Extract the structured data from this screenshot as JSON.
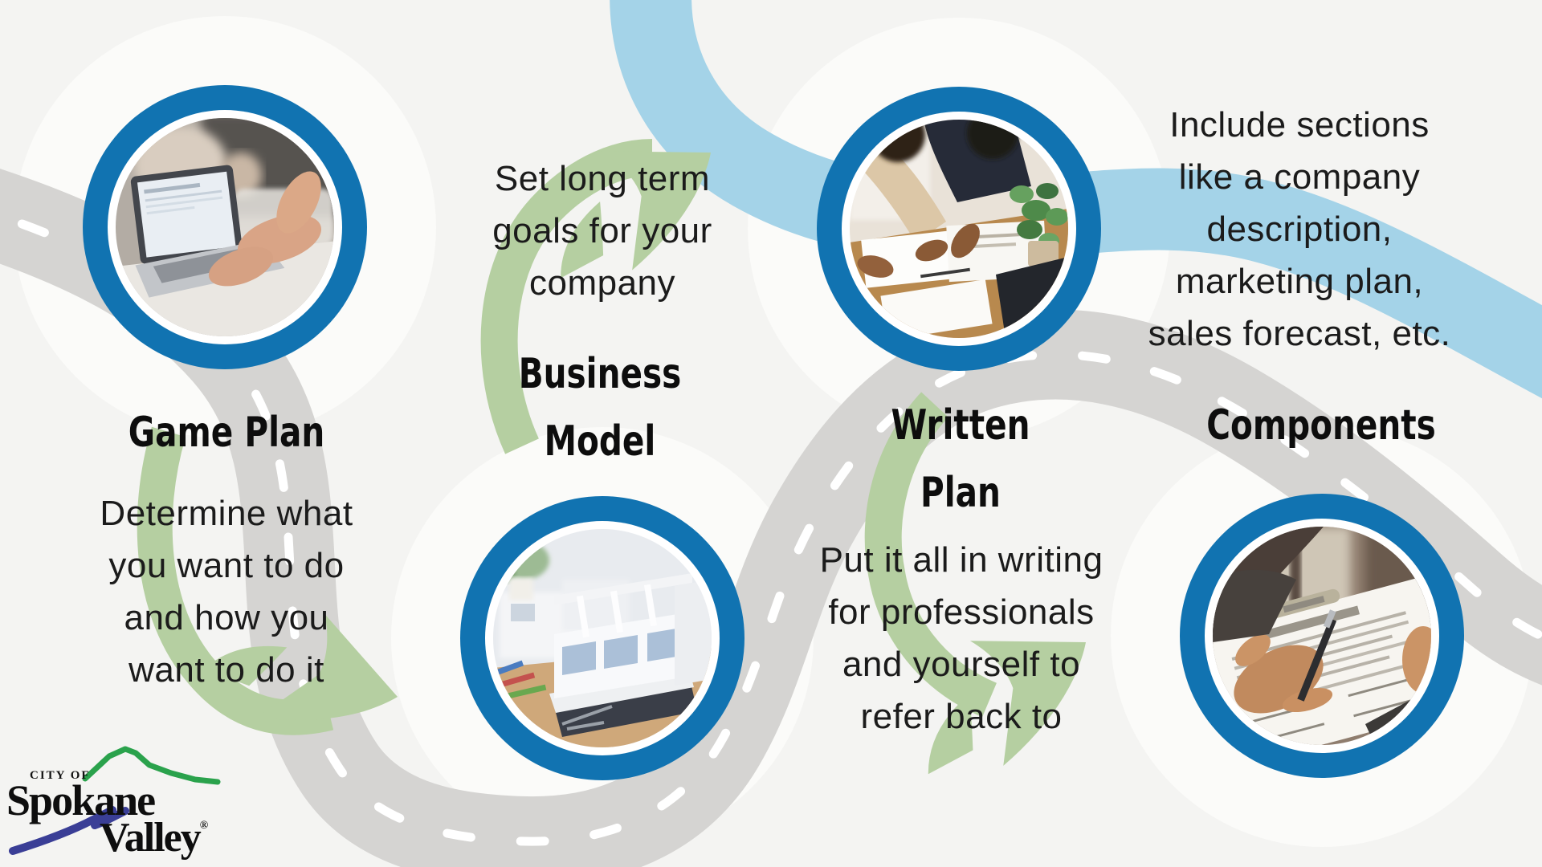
{
  "colors": {
    "background": "#f4f4f2",
    "ring_blue": "#1173b1",
    "ribbon_blue": "#a4d3e8",
    "road_gray": "#d5d4d2",
    "road_dash_white": "#ffffff",
    "arrow_green": "#b5cfa1",
    "heading_text": "#0d0d0d",
    "body_text": "#1b1b1b",
    "logo_green": "#2aa24c",
    "logo_blue": "#3a3e96"
  },
  "steps": [
    {
      "heading_lines": [
        "Game Plan"
      ],
      "description": "Determine what you want to do and how you want to do it",
      "lines": [
        "Determine what",
        "you want to do",
        "and how you",
        "want to do it"
      ],
      "photo": "laptop-typing-photo"
    },
    {
      "heading_lines": [
        "Business",
        "Model"
      ],
      "description": "Set long term goals for your company",
      "lines": [
        "Set long term",
        "goals for your",
        "company"
      ],
      "photo": "architecture-model-photo"
    },
    {
      "heading_lines": [
        "Written",
        "Plan"
      ],
      "description": "Put it all in writing for professionals and yourself to refer back to",
      "lines": [
        "Put it all in writing",
        "for professionals",
        "and yourself to",
        "refer back to"
      ],
      "photo": "team-meeting-photo"
    },
    {
      "heading_lines": [
        "Components"
      ],
      "description": "Include sections like a company description, marketing plan, sales forecast, etc.",
      "lines": [
        "Include sections",
        "like a company",
        "description,",
        "marketing plan,",
        "sales forecast, etc."
      ],
      "photo": "contract-signing-photo"
    }
  ],
  "logo": {
    "city_of": "CITY OF",
    "name_top": "Spokane",
    "name_bottom": "Valley",
    "registered": "®"
  }
}
